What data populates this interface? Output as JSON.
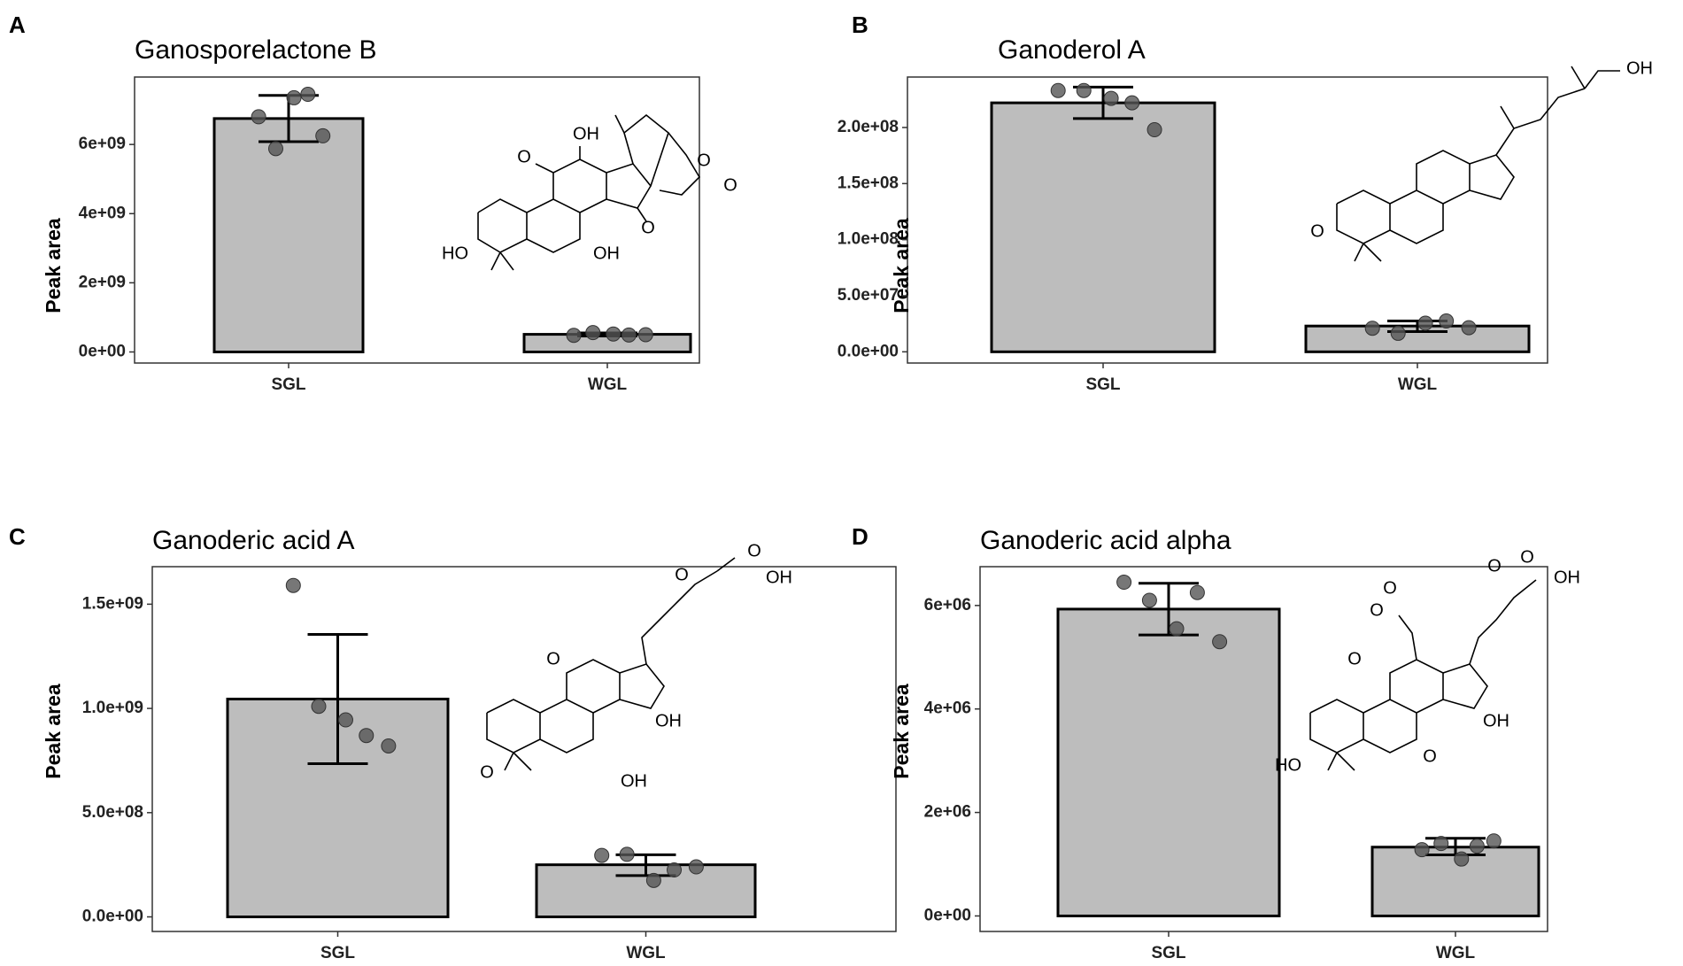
{
  "colors": {
    "bar_fill": "#bdbdbd",
    "bar_stroke": "#000000",
    "point_fill": "#555555",
    "axis": "#333333"
  },
  "chart_data": [
    {
      "panel": "A",
      "type": "bar",
      "title": "Ganosporelactone B",
      "ylabel": "Peak area",
      "categories": [
        "SGL",
        "WGL"
      ],
      "values": [
        6750000000.0,
        510000000.0
      ],
      "errors": [
        [
          6080000000.0,
          7420000000.0
        ],
        [
          460000000.0,
          550000000.0
        ]
      ],
      "points": [
        [
          6800000000.0,
          5880000000.0,
          7350000000.0,
          7450000000.0,
          6250000000.0
        ],
        [
          480000000.0,
          560000000.0,
          520000000.0,
          490000000.0,
          500000000.0
        ]
      ],
      "yticks": [
        0,
        2000000000.0,
        4000000000.0,
        6000000000.0
      ],
      "ytick_labels": [
        "0e+00",
        "2e+09",
        "4e+09",
        "6e+09"
      ],
      "ylim": [
        -320000000.0,
        7950000000.0
      ],
      "grid": false,
      "molecule_labels": [
        "OH",
        "O",
        "O",
        "O",
        "O",
        "HO",
        "OH"
      ]
    },
    {
      "panel": "B",
      "type": "bar",
      "title": "Ganoderol A",
      "ylabel": "Peak area",
      "categories": [
        "SGL",
        "WGL"
      ],
      "values": [
        222000000.0,
        23000000.0
      ],
      "errors": [
        [
          208000000.0,
          236000000.0
        ],
        [
          18000000.0,
          27500000.0
        ]
      ],
      "points": [
        [
          233000000.0,
          233000000.0,
          226000000.0,
          222000000.0,
          198000000.0
        ],
        [
          21000000.0,
          16500000.0,
          25500000.0,
          27500000.0,
          21500000.0
        ]
      ],
      "yticks": [
        0,
        50000000.0,
        100000000.0,
        150000000.0,
        200000000.0
      ],
      "ytick_labels": [
        "0.0e+00",
        "5.0e+07",
        "1.0e+08",
        "1.5e+08",
        "2.0e+08"
      ],
      "ylim": [
        -10000000.0,
        245000000.0
      ],
      "grid": false,
      "molecule_labels": [
        "OH",
        "O"
      ]
    },
    {
      "panel": "C",
      "type": "bar",
      "title": "Ganoderic acid A",
      "ylabel": "Peak area",
      "categories": [
        "SGL",
        "WGL"
      ],
      "values": [
        1045000000.0,
        250000000.0
      ],
      "errors": [
        [
          735000000.0,
          1355000000.0
        ],
        [
          198000000.0,
          298000000.0
        ]
      ],
      "points": [
        [
          1590000000.0,
          1010000000.0,
          945000000.0,
          870000000.0,
          820000000.0
        ],
        [
          295000000.0,
          300000000.0,
          175000000.0,
          225000000.0,
          240000000.0
        ]
      ],
      "yticks": [
        0,
        500000000.0,
        1000000000.0,
        1500000000.0
      ],
      "ytick_labels": [
        "0.0e+00",
        "5.0e+08",
        "1.0e+09",
        "1.5e+09"
      ],
      "ylim": [
        -70000000.0,
        1680000000.0
      ],
      "grid": false,
      "molecule_labels": [
        "O",
        "OH",
        "O",
        "O",
        "OH",
        "O",
        "OH"
      ]
    },
    {
      "panel": "D",
      "type": "bar",
      "title": "Ganoderic acid alpha",
      "ylabel": "Peak area",
      "categories": [
        "SGL",
        "WGL"
      ],
      "values": [
        5930000.0,
        1330000.0
      ],
      "errors": [
        [
          5430000.0,
          6430000.0
        ],
        [
          1180000.0,
          1500000.0
        ]
      ],
      "points": [
        [
          6450000.0,
          6100000.0,
          5550000.0,
          6250000.0,
          5300000.0
        ],
        [
          1280000.0,
          1400000.0,
          1100000.0,
          1350000.0,
          1450000.0
        ]
      ],
      "yticks": [
        0,
        2000000.0,
        4000000.0,
        6000000.0
      ],
      "ytick_labels": [
        "0e+00",
        "2e+06",
        "4e+06",
        "6e+06"
      ],
      "ylim": [
        -300000.0,
        6750000.0
      ],
      "grid": false,
      "molecule_labels": [
        "O",
        "O",
        "O",
        "O",
        "OH",
        "O",
        "OH",
        "HO",
        "O"
      ]
    }
  ]
}
